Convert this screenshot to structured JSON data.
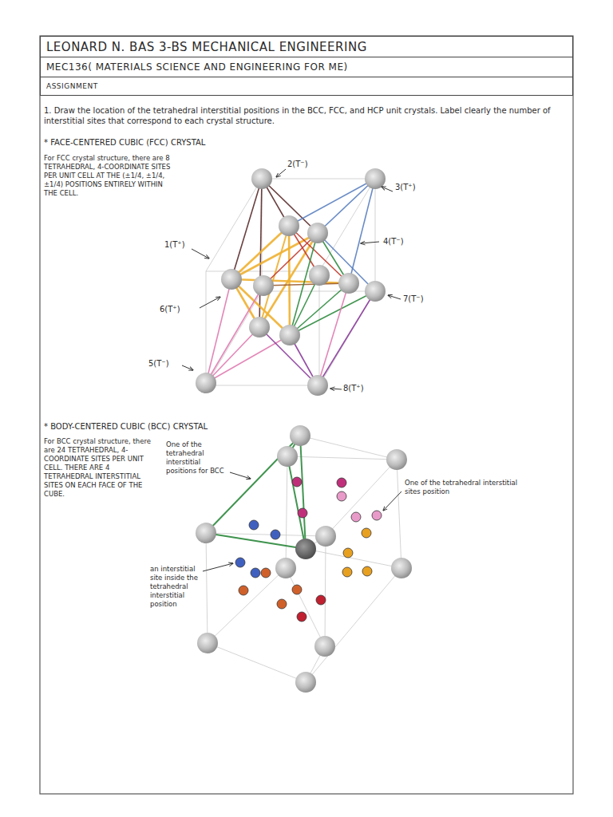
{
  "diagram": {
    "nodes": [
      {
        "text": [
          "LEONARD N. BAS 3-BS MECHANICAL ENGINEERING"
        ]
      },
      {
        "text": [
          "MEC136( MATERIALS SCIENCE AND ENGINEERING FOR ME)"
        ]
      },
      {
        "text": [
          "ASSIGNMENT"
        ]
      }
    ],
    "labels": [
      "1. Draw the location of the tetrahedral interstitial positions in the BCC, FCC, and HCP unit crystals. Label clearly the number of interstitial sites that correspond to each crystal structure.",
      "* FACE-CENTERED CUBIC (FCC) CRYSTAL",
      "For FCC crystal structure, there are 8 TETRAHEDRAL, 4-COORDINATE SITES PER UNIT CELL AT THE (±1/4, ±1/4, ±1/4) POSITIONS ENTIRELY WITHIN THE CELL.",
      "2(T⁻)",
      "3(T⁺)",
      "1(T⁺)",
      "4(T⁻)",
      "6(T⁺)",
      "7(T⁻)",
      "5(T⁻)",
      "8(T⁺)",
      "* BODY-CENTERED CUBIC (BCC) CRYSTAL",
      "For BCC crystal structure, there are 24 TETRAHEDRAL, 4-COORDINATE SITES PER UNIT CELL. THERE ARE 4 TETRAHEDRAL INTERSTITIAL SITES ON EACH FACE OF THE CUBE.",
      "One of the tetrahedral interstitial positions for BCC",
      "One of the tetrahedral interstitial sites position",
      "an interstitial site inside the tetrahedral interstitial position"
    ]
  }
}
